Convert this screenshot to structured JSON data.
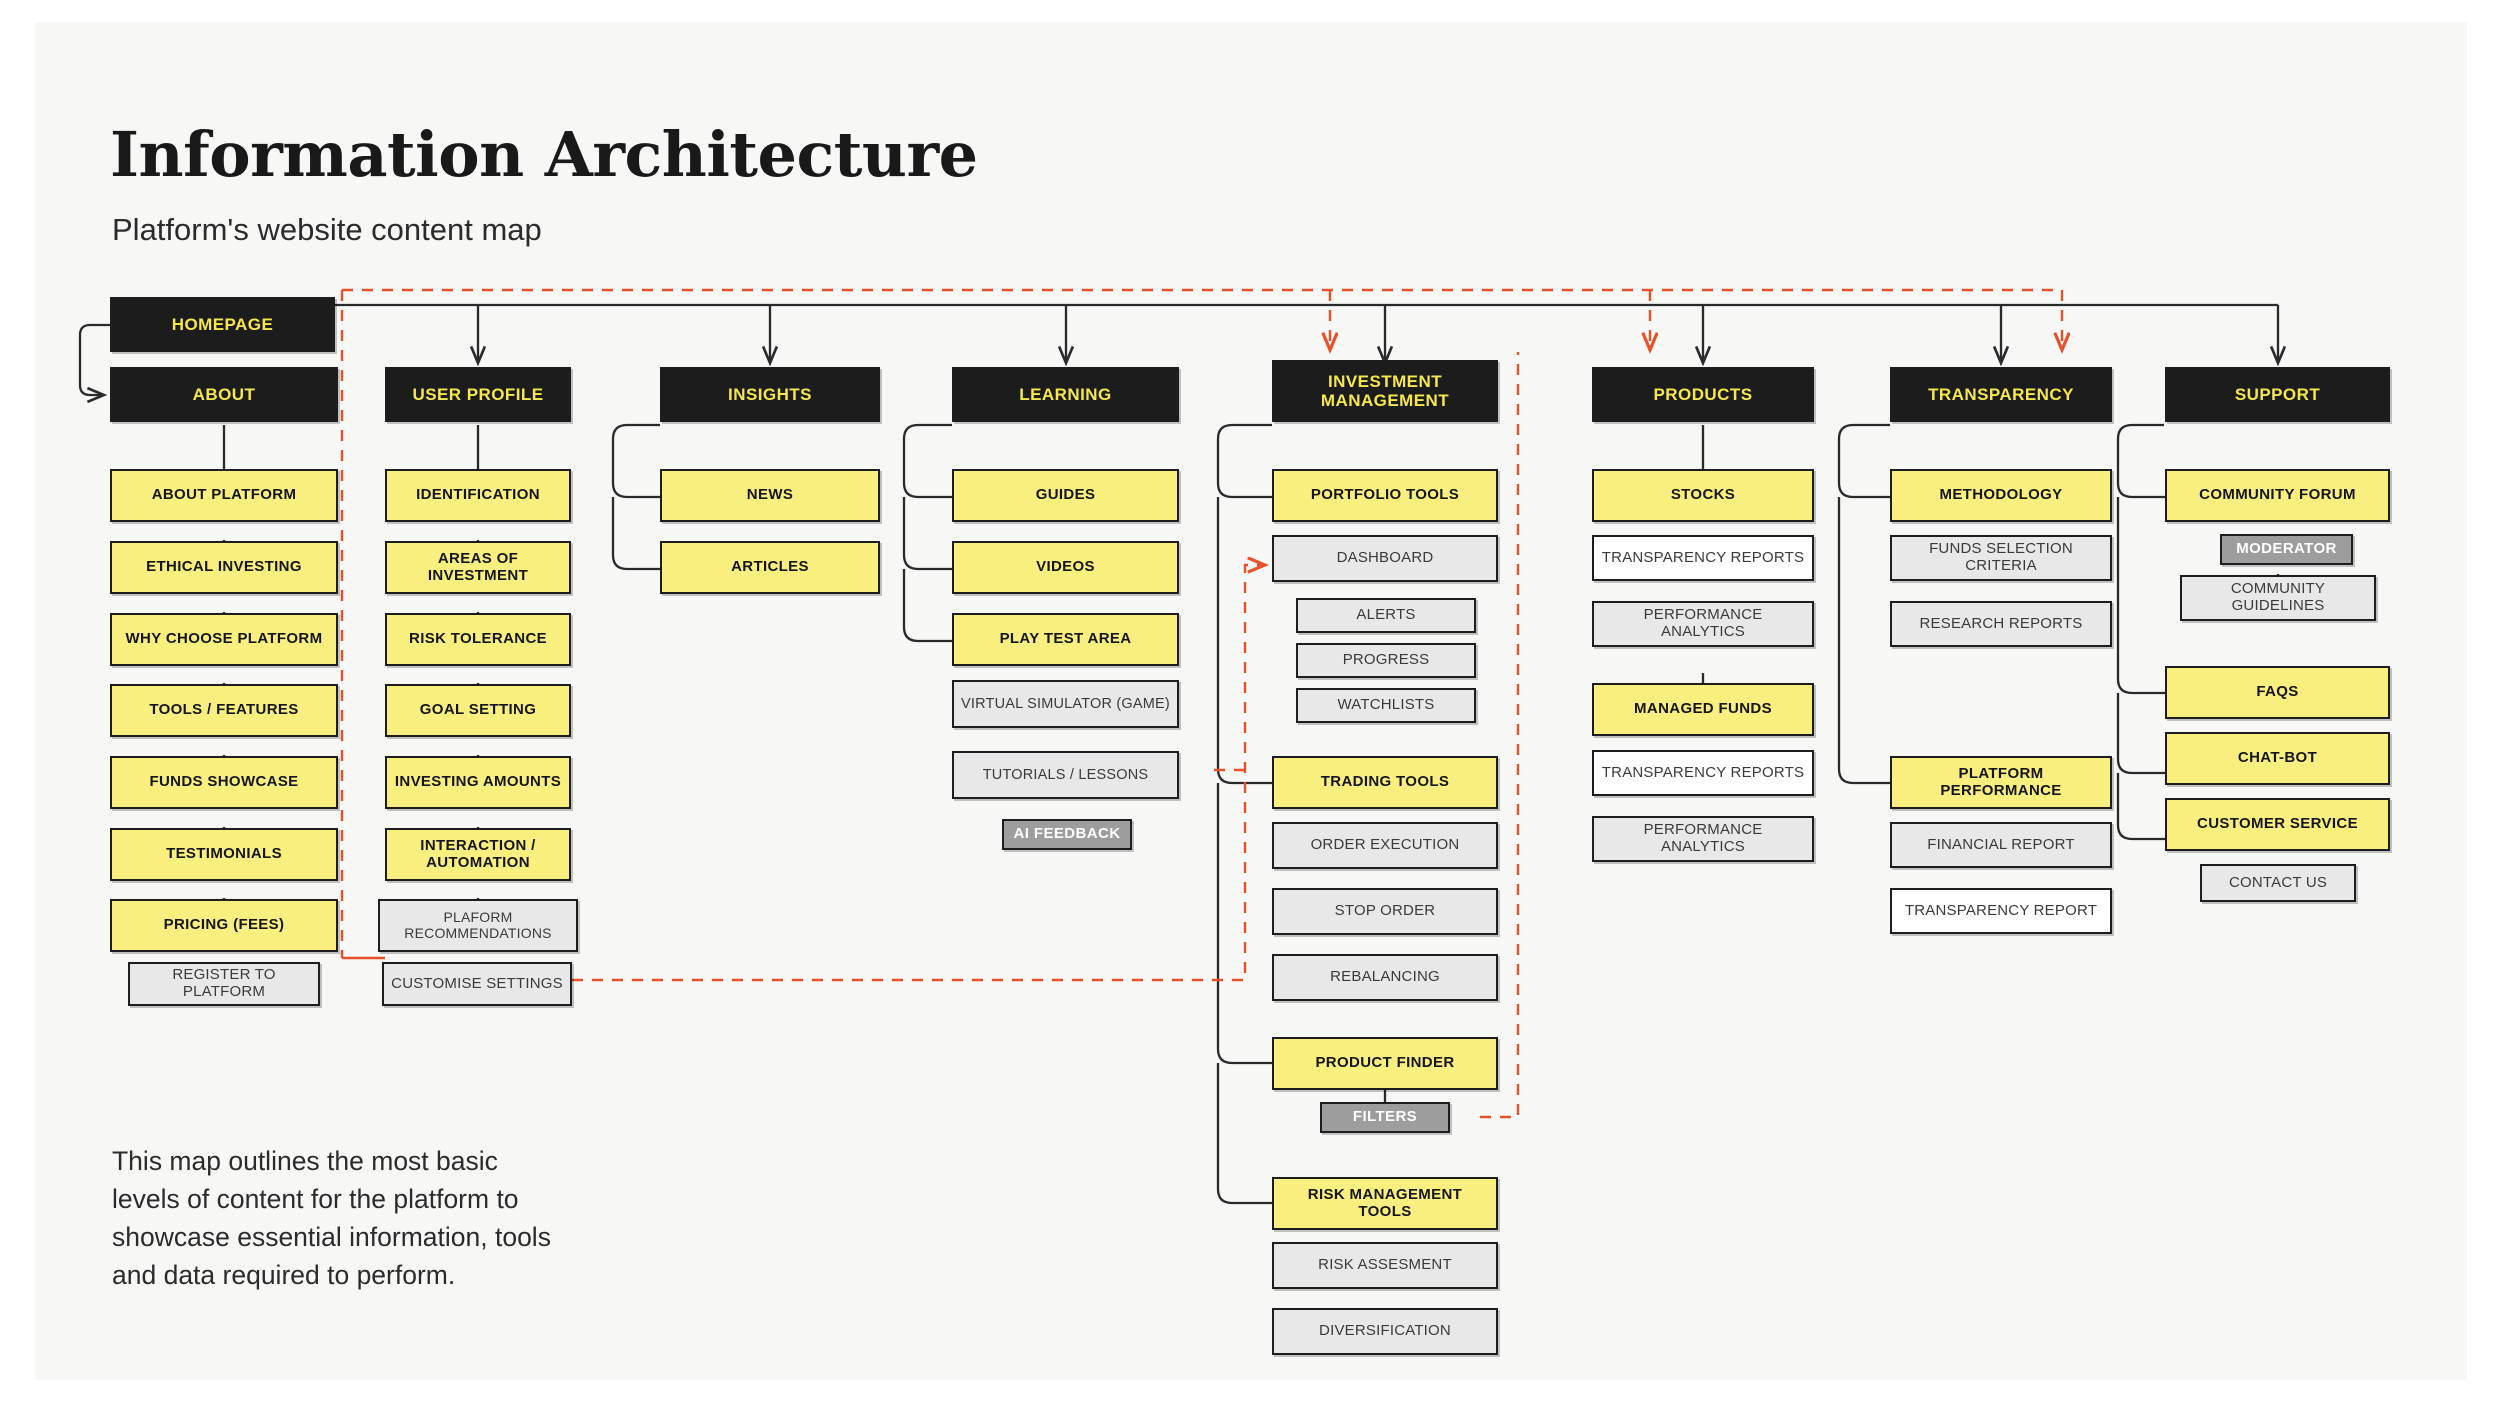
{
  "page": {
    "title": "Information Architecture",
    "subtitle": "Platform's website content map",
    "footnote": "This map outlines the most basic levels of content for the platform to showcase essential information, tools and data required to perform.",
    "colors": {
      "background": "#f7f7f5",
      "header_fill": "#1c1c1c",
      "header_text": "#f5e74e",
      "primary_fill": "#f8ef7f",
      "secondary_fill": "#e8e8e8",
      "tertiary_fill": "#ffffff",
      "accent_fill": "#9d9d9d",
      "accent_text": "#ffffff",
      "stroke": "#1d1d1f",
      "flow_line": "#e8502a"
    }
  },
  "root": {
    "label": "HOMEPAGE"
  },
  "columns": [
    {
      "key": "about",
      "header": "ABOUT",
      "items": [
        {
          "label": "ABOUT PLATFORM",
          "style": "primary"
        },
        {
          "label": "ETHICAL INVESTING",
          "style": "primary"
        },
        {
          "label": "WHY CHOOSE PLATFORM",
          "style": "primary"
        },
        {
          "label": "TOOLS / FEATURES",
          "style": "primary"
        },
        {
          "label": "FUNDS SHOWCASE",
          "style": "primary"
        },
        {
          "label": "TESTIMONIALS",
          "style": "primary"
        },
        {
          "label": "PRICING (FEES)",
          "style": "primary"
        },
        {
          "label": "REGISTER TO PLATFORM",
          "style": "secondary"
        }
      ]
    },
    {
      "key": "user-profile",
      "header": "USER PROFILE",
      "items": [
        {
          "label": "IDENTIFICATION",
          "style": "primary"
        },
        {
          "label": "AREAS OF INVESTMENT",
          "style": "primary"
        },
        {
          "label": "RISK TOLERANCE",
          "style": "primary"
        },
        {
          "label": "GOAL SETTING",
          "style": "primary"
        },
        {
          "label": "INVESTING AMOUNTS",
          "style": "primary"
        },
        {
          "label": "INTERACTION / AUTOMATION",
          "style": "primary"
        },
        {
          "label": "PLAFORM RECOMMENDATIONS",
          "style": "secondary"
        },
        {
          "label": "CUSTOMISE SETTINGS",
          "style": "secondary"
        }
      ]
    },
    {
      "key": "insights",
      "header": "INSIGHTS",
      "items": [
        {
          "label": "NEWS",
          "style": "primary"
        },
        {
          "label": "ARTICLES",
          "style": "primary"
        }
      ]
    },
    {
      "key": "learning",
      "header": "LEARNING",
      "items": [
        {
          "label": "GUIDES",
          "style": "primary"
        },
        {
          "label": "VIDEOS",
          "style": "primary"
        },
        {
          "label": "PLAY TEST AREA",
          "style": "primary"
        },
        {
          "label": "VIRTUAL SIMULATOR (GAME)",
          "style": "secondary"
        },
        {
          "label": "TUTORIALS / LESSONS",
          "style": "secondary"
        },
        {
          "label": "AI FEEDBACK",
          "style": "accent"
        }
      ]
    },
    {
      "key": "investment-management",
      "header": "INVESTMENT MANAGEMENT",
      "header_lines": [
        "INVESTMENT",
        "MANAGEMENT"
      ],
      "items": [
        {
          "label": "PORTFOLIO TOOLS",
          "style": "primary"
        },
        {
          "label": "DASHBOARD",
          "style": "secondary"
        },
        {
          "label": "ALERTS",
          "style": "secondary"
        },
        {
          "label": "PROGRESS",
          "style": "secondary"
        },
        {
          "label": "WATCHLISTS",
          "style": "secondary"
        },
        {
          "label": "TRADING TOOLS",
          "style": "primary"
        },
        {
          "label": "ORDER EXECUTION",
          "style": "secondary"
        },
        {
          "label": "STOP ORDER",
          "style": "secondary"
        },
        {
          "label": "REBALANCING",
          "style": "secondary"
        },
        {
          "label": "PRODUCT FINDER",
          "style": "primary"
        },
        {
          "label": "FILTERS",
          "style": "accent"
        },
        {
          "label": "RISK MANAGEMENT TOOLS",
          "style": "primary"
        },
        {
          "label": "RISK ASSESMENT",
          "style": "secondary"
        },
        {
          "label": "DIVERSIFICATION",
          "style": "secondary"
        }
      ]
    },
    {
      "key": "products",
      "header": "PRODUCTS",
      "items": [
        {
          "label": "STOCKS",
          "style": "primary"
        },
        {
          "label": "TRANSPARENCY REPORTS",
          "style": "tertiary"
        },
        {
          "label": "PERFORMANCE ANALYTICS",
          "style": "secondary"
        },
        {
          "label": "MANAGED FUNDS",
          "style": "primary"
        },
        {
          "label": "TRANSPARENCY REPORTS",
          "style": "tertiary"
        },
        {
          "label": "PERFORMANCE ANALYTICS",
          "style": "secondary"
        }
      ]
    },
    {
      "key": "transparency",
      "header": "TRANSPARENCY",
      "items": [
        {
          "label": "METHODOLOGY",
          "style": "primary"
        },
        {
          "label": "FUNDS SELECTION CRITERIA",
          "style": "secondary"
        },
        {
          "label": "RESEARCH REPORTS",
          "style": "secondary"
        },
        {
          "label": "PLATFORM PERFORMANCE",
          "style": "primary"
        },
        {
          "label": "FINANCIAL REPORT",
          "style": "secondary"
        },
        {
          "label": "TRANSPARENCY REPORT",
          "style": "tertiary"
        }
      ]
    },
    {
      "key": "support",
      "header": "SUPPORT",
      "items": [
        {
          "label": "COMMUNITY FORUM",
          "style": "primary"
        },
        {
          "label": "MODERATOR",
          "style": "accent"
        },
        {
          "label": "COMMUNITY GUIDELINES",
          "style": "secondary"
        },
        {
          "label": "FAQS",
          "style": "primary"
        },
        {
          "label": "CHAT-BOT",
          "style": "primary"
        },
        {
          "label": "CUSTOMER SERVICE",
          "style": "primary"
        },
        {
          "label": "CONTACT US",
          "style": "secondary"
        }
      ]
    }
  ]
}
